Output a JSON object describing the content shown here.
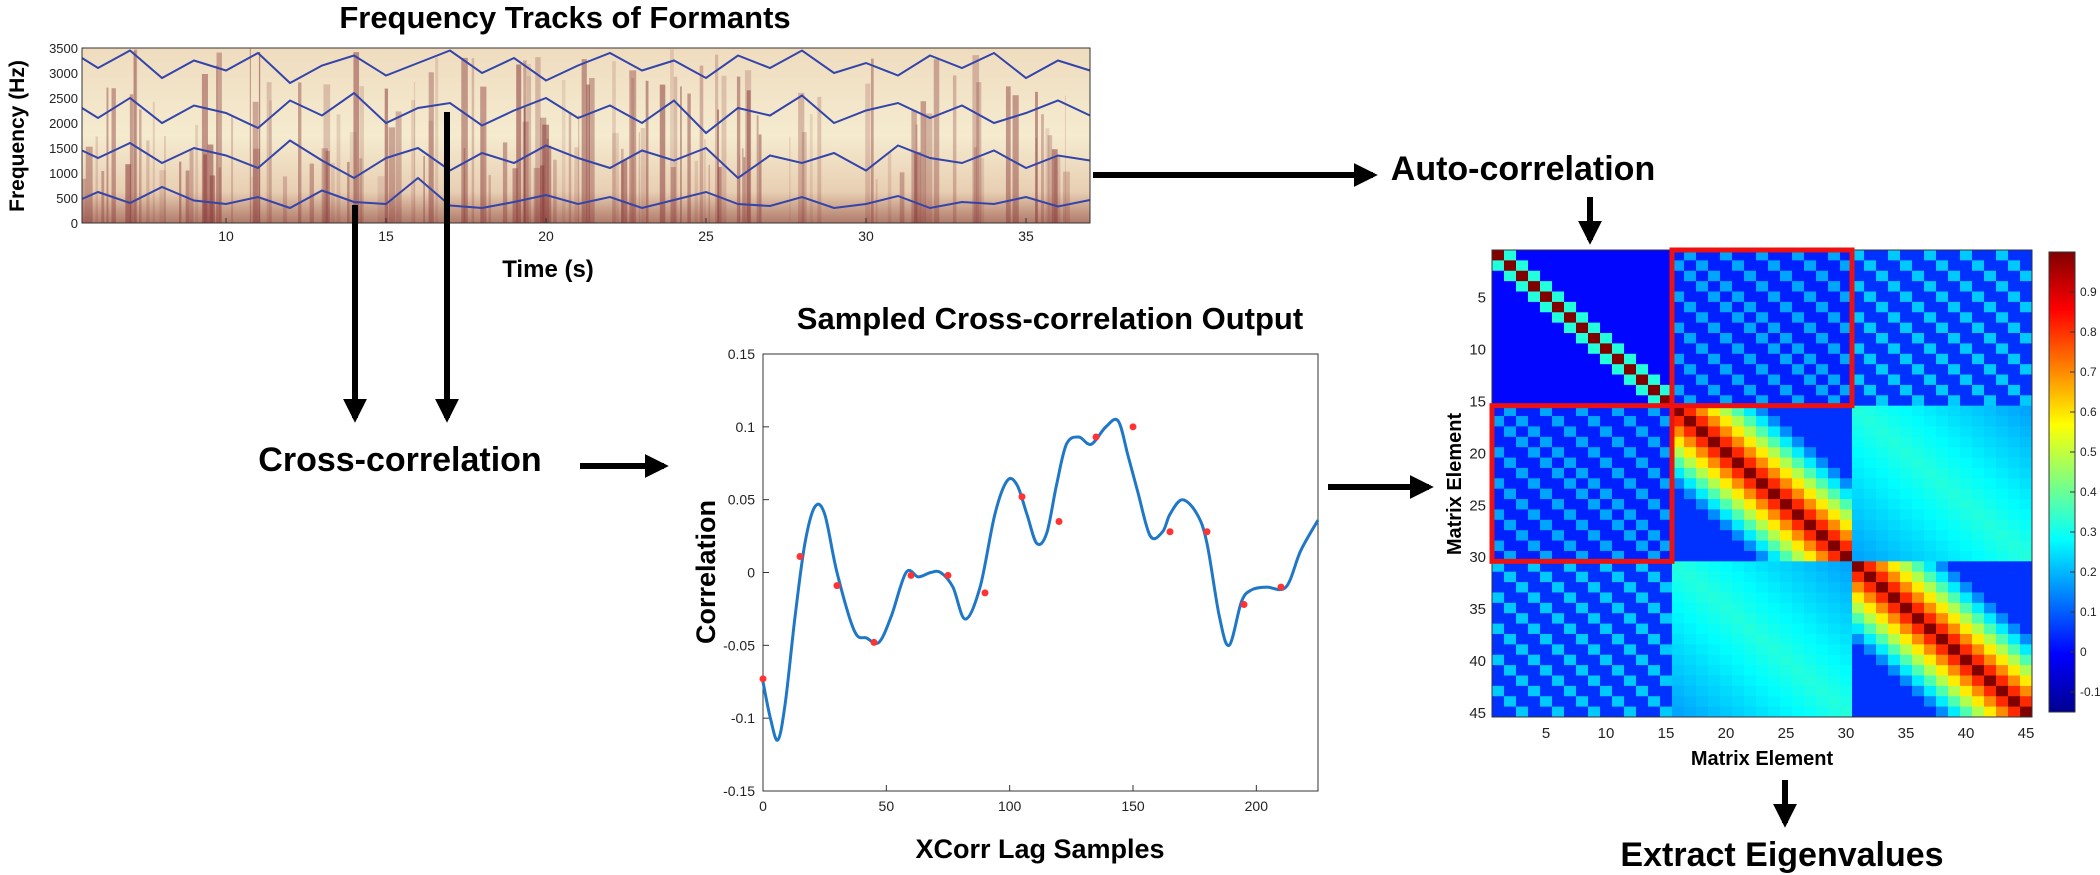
{
  "spectrogram": {
    "title": "Frequency Tracks of Formants",
    "xlabel": "Time (s)",
    "ylabel": "Frequency (Hz)",
    "x_ticks": [
      "10",
      "15",
      "20",
      "25",
      "30",
      "35"
    ],
    "y_ticks": [
      "0",
      "500",
      "1000",
      "1500",
      "2000",
      "2500",
      "3000",
      "3500"
    ],
    "track_color": "#3344aa"
  },
  "labels": {
    "auto": "Auto-correlation",
    "cross": "Cross-correlation",
    "eigen": "Extract Eigenvalues"
  },
  "xcorr": {
    "title": "Sampled Cross-correlation Output",
    "xlabel": "XCorr Lag Samples",
    "ylabel": "Correlation",
    "x_ticks": [
      "0",
      "50",
      "100",
      "150",
      "200"
    ],
    "y_ticks": [
      "0.15",
      "0.1",
      "0.05",
      "0",
      "-0.05",
      "-0.1",
      "-0.15"
    ],
    "line_color": "#1f77c8",
    "marker_color": "#ff3333"
  },
  "matrix": {
    "xlabel": "Matrix Element",
    "ylabel": "Matrix Element",
    "ticks": [
      "5",
      "10",
      "15",
      "20",
      "25",
      "30",
      "35",
      "40",
      "45"
    ],
    "colorbar_ticks": [
      "0.9",
      "0.8",
      "0.7",
      "0.6",
      "0.5",
      "0.4",
      "0.3",
      "0.2",
      "0.1",
      "0",
      "-0.1"
    ],
    "highlight_color": "#ee1111"
  },
  "chart_data": [
    {
      "type": "line",
      "title": "Frequency Tracks of Formants",
      "xlabel": "Time (s)",
      "ylabel": "Frequency (Hz)",
      "xlim": [
        5.5,
        37
      ],
      "ylim": [
        0,
        3500
      ],
      "series": [
        {
          "x": [
            5.5,
            6,
            7,
            8,
            9,
            10,
            11,
            12,
            13,
            14,
            15,
            16,
            17,
            18,
            19,
            20,
            21,
            22,
            23,
            24,
            25,
            26,
            27,
            28,
            29,
            30,
            31,
            32,
            33,
            34,
            35,
            36,
            37
          ],
          "y": [
            480,
            620,
            400,
            720,
            450,
            380,
            520,
            300,
            650,
            420,
            380,
            900,
            350,
            300,
            420,
            560,
            380,
            520,
            300,
            460,
            620,
            380,
            340,
            520,
            300,
            380,
            540,
            300,
            420,
            380,
            520,
            330,
            460
          ]
        },
        {
          "x": [
            5.5,
            6,
            7,
            8,
            9,
            10,
            11,
            12,
            13,
            14,
            15,
            16,
            17,
            18,
            19,
            20,
            21,
            22,
            23,
            24,
            25,
            26,
            27,
            28,
            29,
            30,
            31,
            32,
            33,
            34,
            35,
            36,
            37
          ],
          "y": [
            1450,
            1300,
            1600,
            1200,
            1500,
            1350,
            1100,
            1650,
            1250,
            900,
            1300,
            1500,
            1050,
            1400,
            1200,
            1550,
            1300,
            1100,
            1450,
            1250,
            1500,
            900,
            1350,
            1200,
            1400,
            1050,
            1550,
            1300,
            1200,
            1450,
            1100,
            1350,
            1250
          ]
        },
        {
          "x": [
            5.5,
            6,
            7,
            8,
            9,
            10,
            11,
            12,
            13,
            14,
            15,
            16,
            17,
            18,
            19,
            20,
            21,
            22,
            23,
            24,
            25,
            26,
            27,
            28,
            29,
            30,
            31,
            32,
            33,
            34,
            35,
            36,
            37
          ],
          "y": [
            2300,
            2100,
            2500,
            2000,
            2350,
            2200,
            1900,
            2450,
            2150,
            2600,
            2000,
            2300,
            2400,
            1950,
            2250,
            2500,
            2100,
            2350,
            2000,
            2450,
            1800,
            2300,
            2150,
            2550,
            2000,
            2250,
            2400,
            2100,
            2350,
            2000,
            2200,
            2450,
            2150
          ]
        },
        {
          "x": [
            5.5,
            6,
            7,
            8,
            9,
            10,
            11,
            12,
            13,
            14,
            15,
            16,
            17,
            18,
            19,
            20,
            21,
            22,
            23,
            24,
            25,
            26,
            27,
            28,
            29,
            30,
            31,
            32,
            33,
            34,
            35,
            36,
            37
          ],
          "y": [
            3300,
            3100,
            3450,
            2900,
            3250,
            3050,
            3400,
            2800,
            3150,
            3350,
            2950,
            3200,
            3450,
            3000,
            3300,
            2850,
            3150,
            3400,
            3050,
            3250,
            2900,
            3350,
            3100,
            3450,
            3000,
            3200,
            2950,
            3350,
            3100,
            3400,
            2900,
            3250,
            3050
          ]
        }
      ]
    },
    {
      "type": "line",
      "title": "Sampled Cross-correlation Output",
      "xlabel": "XCorr Lag Samples",
      "ylabel": "Correlation",
      "xlim": [
        0,
        225
      ],
      "ylim": [
        -0.15,
        0.15
      ],
      "series": [
        {
          "x": [
            0,
            3,
            6,
            9,
            13,
            17,
            21,
            25,
            30,
            37,
            42,
            47,
            52,
            58,
            63,
            68,
            72,
            77,
            82,
            88,
            94,
            99,
            103,
            107,
            111,
            115,
            119,
            123,
            128,
            133,
            139,
            144,
            148,
            152,
            157,
            162,
            165,
            170,
            176,
            180,
            185,
            189,
            194,
            198,
            204,
            212,
            218,
            225
          ],
          "y": [
            -0.075,
            -0.1,
            -0.115,
            -0.09,
            -0.03,
            0.02,
            0.045,
            0.04,
            0.0,
            -0.04,
            -0.045,
            -0.048,
            -0.03,
            0.0,
            -0.003,
            0.0,
            0.0,
            -0.01,
            -0.032,
            -0.01,
            0.04,
            0.063,
            0.06,
            0.04,
            0.02,
            0.027,
            0.06,
            0.088,
            0.093,
            0.088,
            0.1,
            0.104,
            0.08,
            0.055,
            0.025,
            0.028,
            0.04,
            0.05,
            0.04,
            0.02,
            -0.03,
            -0.05,
            -0.02,
            -0.012,
            -0.01,
            -0.01,
            0.015,
            0.036
          ]
        },
        {
          "name": "samples",
          "x": [
            0,
            15,
            30,
            45,
            60,
            75,
            90,
            105,
            120,
            135,
            150,
            165,
            180,
            195,
            210
          ],
          "y": [
            -0.073,
            0.011,
            -0.009,
            -0.048,
            -0.002,
            -0.002,
            -0.014,
            0.052,
            0.035,
            0.093,
            0.1,
            0.028,
            0.028,
            -0.022,
            -0.01
          ]
        }
      ]
    },
    {
      "type": "heatmap",
      "xlabel": "Matrix Element",
      "ylabel": "Matrix Element",
      "size": 45,
      "blocks": 3,
      "block_size": 15,
      "highlighted_blocks": [
        [
          0,
          1
        ],
        [
          1,
          0
        ]
      ],
      "colorbar_range": [
        -0.15,
        1.0
      ]
    }
  ]
}
